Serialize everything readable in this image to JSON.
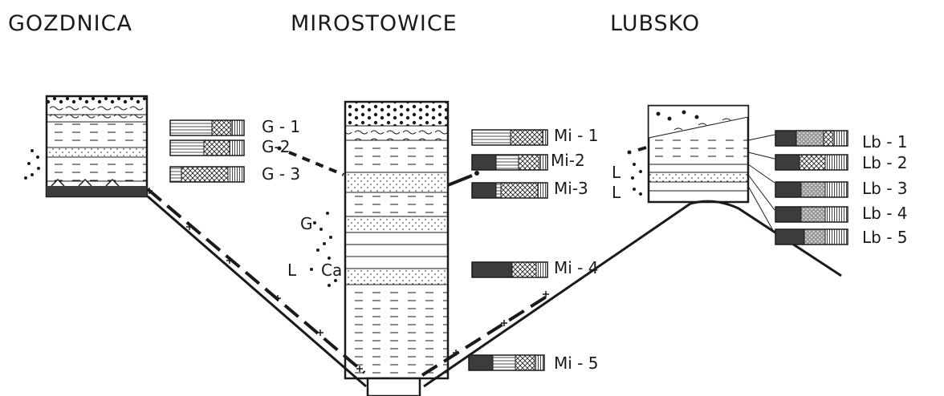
{
  "sites": [
    {
      "id": "gozdnica",
      "title": "GOZDNICA",
      "samples": [
        "G - 1",
        "G-2",
        "G - 3"
      ]
    },
    {
      "id": "mirostowice",
      "title": "MIROSTOWICE",
      "samples": [
        "Mi - 1",
        "Mi-2",
        "Mi-3",
        "Mi - 4",
        "Mi - 5"
      ],
      "markers": [
        "G",
        "L",
        "Ca"
      ]
    },
    {
      "id": "lubsko",
      "title": "LUBSKO",
      "samples": [
        "Lb - 1",
        "Lb - 2",
        "Lb - 3",
        "Lb - 4",
        "Lb - 5"
      ],
      "markers": [
        "L",
        "L"
      ]
    }
  ],
  "colors": {
    "ink": "#1a1a1a",
    "dark_fill": "#3c3c3c",
    "paper": "#ffffff"
  }
}
